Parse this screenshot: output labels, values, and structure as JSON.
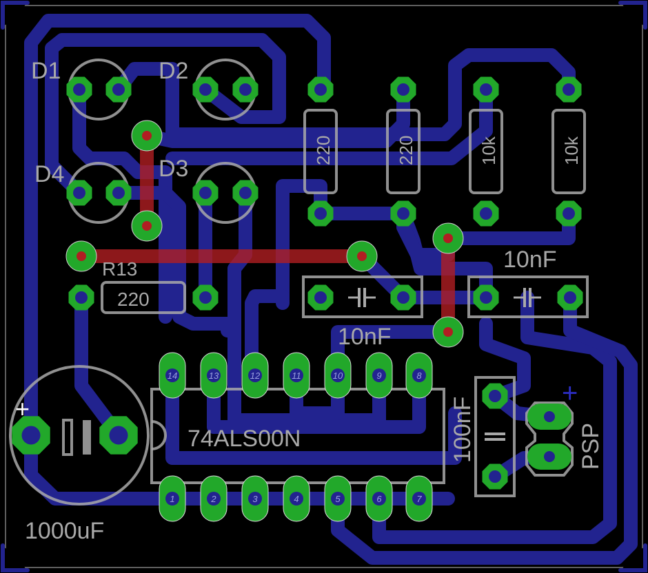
{
  "colors": {
    "background": "#000000",
    "top_copper": "#22238f",
    "bottom_copper": "#b01e22",
    "pad": "#22a82a",
    "silkscreen": "#a9a9a9",
    "drill": "#22238f"
  },
  "parts": {
    "d1": "D1",
    "d2": "D2",
    "d3": "D3",
    "d4": "D4",
    "r13_name": "R13",
    "r13_value": "220",
    "r1_value": "220",
    "r2_value": "220",
    "r3_value": "10k",
    "r4_value": "10k",
    "c1_value": "10nF",
    "c2_value": "10nF",
    "c3_value": "100nF",
    "ic_value": "74ALS00N",
    "cap_value": "1000uF",
    "cap_plus": "+",
    "connector_name": "PSP",
    "connector_plus": "+"
  },
  "ic_pins_top": [
    "14",
    "13",
    "12",
    "11",
    "10",
    "9",
    "8"
  ],
  "ic_pins_bottom": [
    "1",
    "2",
    "3",
    "4",
    "5",
    "6",
    "7"
  ]
}
